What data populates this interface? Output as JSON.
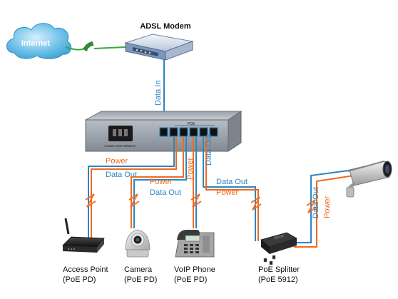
{
  "cloud": {
    "label": "Internet"
  },
  "modem": {
    "label": "ADSL Modem"
  },
  "switch": {
    "port_group_label": "POE",
    "power_input_label": "AC100-240V 50/60Hz"
  },
  "links": {
    "data_in": "Data In",
    "power": "Power",
    "data_out": "Data Out"
  },
  "devices": [
    {
      "name": "Access Point",
      "type": "(PoE PD)"
    },
    {
      "name": "Camera",
      "type": "(PoE PD)"
    },
    {
      "name": "VoIP Phone",
      "type": "(PoE PD)"
    },
    {
      "name": "PoE Splitter",
      "type": "(PoE 5912)"
    }
  ],
  "colors": {
    "data": "#2c86c0",
    "power": "#f06a1e",
    "phone_line": "#38a838",
    "cloud": "#58b8e8"
  }
}
